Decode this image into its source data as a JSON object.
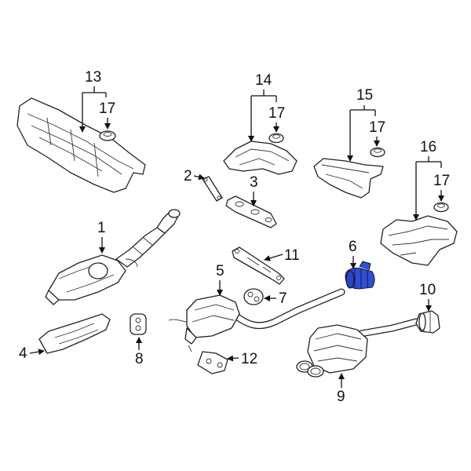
{
  "highlight_color": "#2f4fd6",
  "labels": {
    "l1": "1",
    "l2": "2",
    "l3": "3",
    "l4": "4",
    "l5": "5",
    "l6": "6",
    "l7": "7",
    "l8": "8",
    "l9": "9",
    "l10": "10",
    "l11": "11",
    "l12": "12",
    "l13": "13",
    "l14": "14",
    "l15": "15",
    "l16": "16",
    "l17a": "17",
    "l17b": "17",
    "l17c": "17",
    "l17d": "17"
  }
}
